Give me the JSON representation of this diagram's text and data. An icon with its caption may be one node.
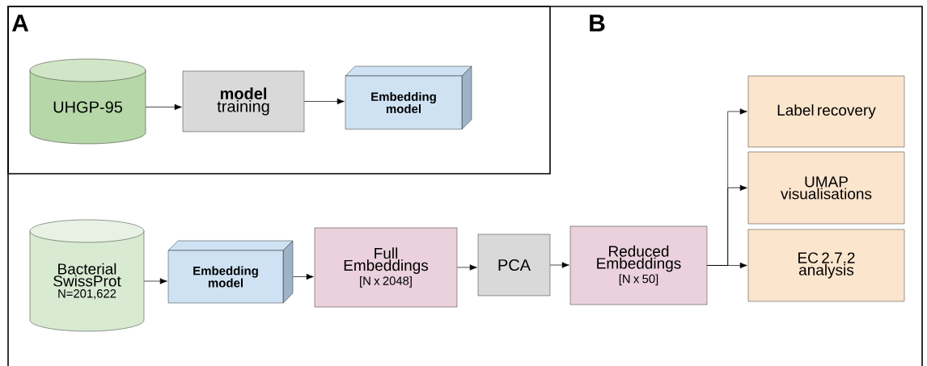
{
  "diagram": {
    "nodes": [
      {
        "text": [
          "B"
        ]
      },
      {
        "text": [
          "A"
        ],
        "in": 0
      },
      {
        "text": [
          "UHGP-95"
        ],
        "in": 1
      },
      {
        "text": [
          "**model** training"
        ],
        "in": 1
      },
      {
        "text": [
          "Embedding model"
        ],
        "in": 1
      },
      {
        "text": [
          "Bacterial SwissProt",
          "N=201,622"
        ],
        "in": 0
      },
      {
        "text": [
          "Embedding model"
        ],
        "in": 0
      },
      {
        "text": [
          "Full Embeddings",
          "[N x 2048]"
        ],
        "in": 0
      },
      {
        "text": [
          "PCA"
        ],
        "in": 0
      },
      {
        "text": [
          "Reduced Embeddings",
          "[N x 50]"
        ],
        "in": 0
      },
      {
        "text": [
          "Label recovery"
        ],
        "in": 0
      },
      {
        "text": [
          "UMAP visualisations"
        ],
        "in": 0
      },
      {
        "text": [
          "EC 2.7.2 analysis"
        ],
        "in": 0
      }
    ],
    "edges": [
      {
        "from": 2,
        "to": 3,
        "arrow": "to"
      },
      {
        "from": 3,
        "to": 4,
        "arrow": "to"
      },
      {
        "from": 5,
        "to": 6,
        "arrow": "to"
      },
      {
        "from": 6,
        "to": 7,
        "arrow": "to"
      },
      {
        "from": 7,
        "to": 8,
        "arrow": "to"
      },
      {
        "from": 8,
        "to": 9,
        "arrow": "to"
      },
      {
        "from": 9,
        "to": 10,
        "arrow": "to"
      },
      {
        "from": 9,
        "to": 11,
        "arrow": "to"
      },
      {
        "from": 9,
        "to": 12,
        "arrow": "to"
      }
    ]
  }
}
